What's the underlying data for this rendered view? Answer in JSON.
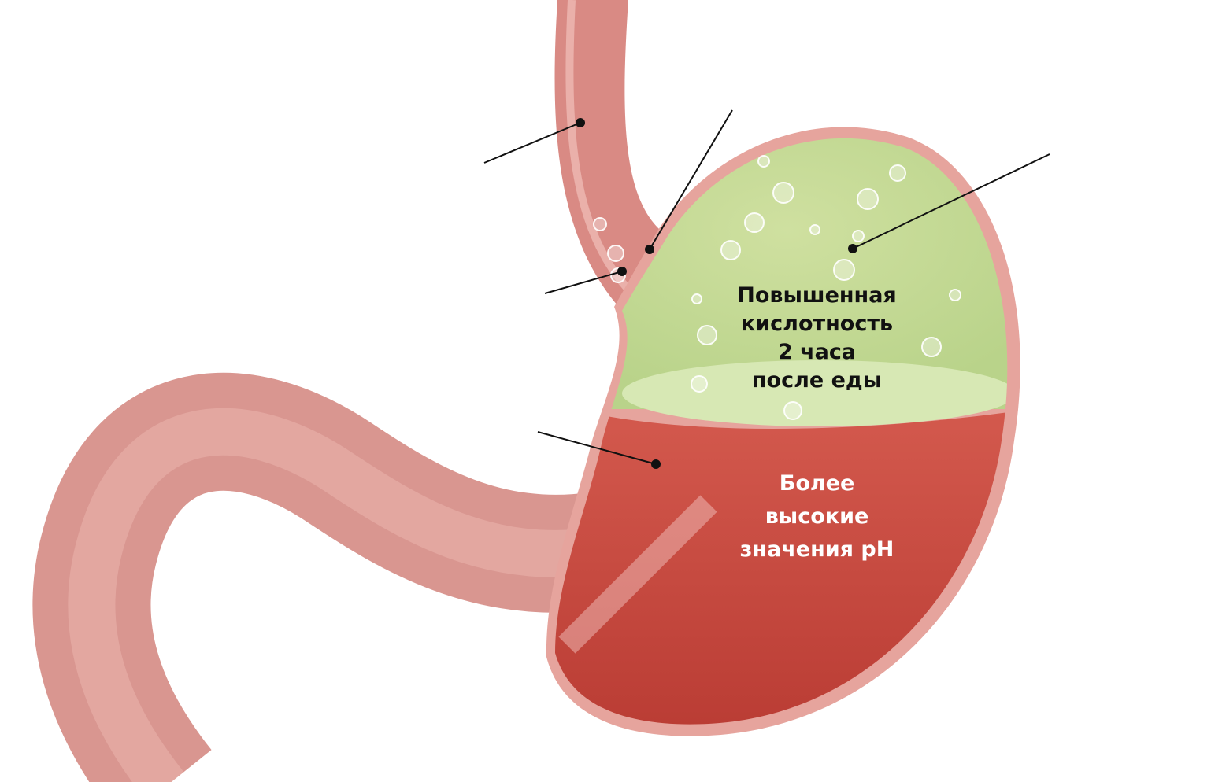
{
  "diagram": {
    "title": "Stomach pH zones",
    "labels": {
      "acid_zone": [
        "Повышенная",
        "кислотность",
        "2 часа",
        "после еды"
      ],
      "ph_zone": [
        "Более",
        "высокие",
        "значения pH"
      ]
    },
    "colors": {
      "tissue": "#dc9a94",
      "wall": "#e8aaa3",
      "acid_fluid": "#c9dc98",
      "ph_fluid": "#c44a3e",
      "leader": "#111111"
    },
    "leader_count": 5
  }
}
